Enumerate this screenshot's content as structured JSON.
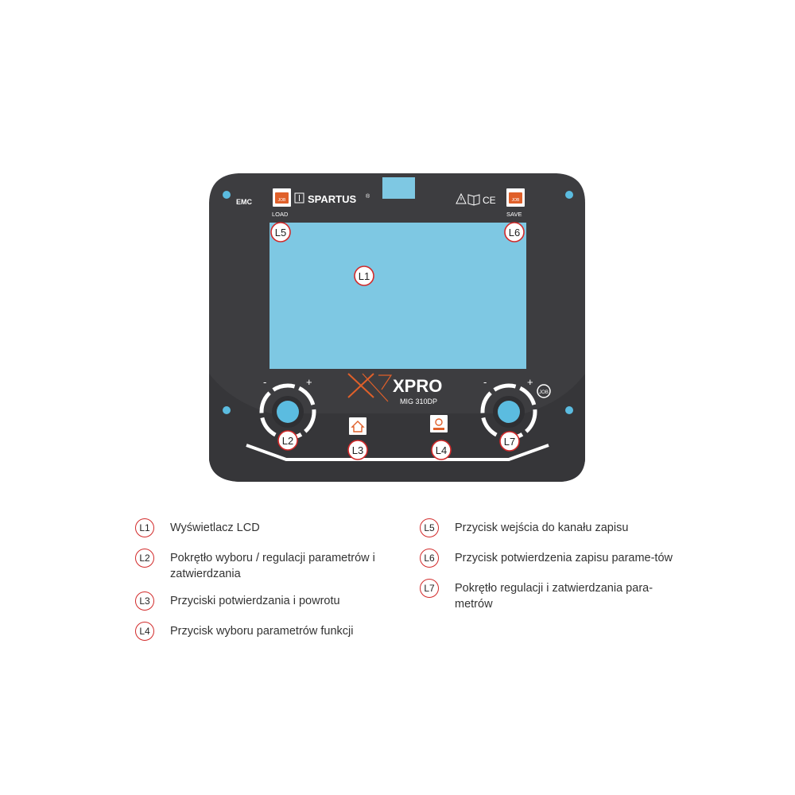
{
  "panel": {
    "brand_emc": "EMC",
    "brand_name": "SPARTUS",
    "brand_reg": "®",
    "load_label": "LOAD",
    "save_label": "SAVE",
    "job_label": "JOB",
    "ce_mark": "CE",
    "model_name": "XPRO",
    "model_sub": "MIG 310DP",
    "knob_minus": "-",
    "knob_plus": "+",
    "colors": {
      "panel_body": "#3d3d40",
      "panel_edge": "#2e2e31",
      "screen": "#7ec8e3",
      "accent": "#e0602a",
      "led": "#5bbce0",
      "callout_red": "#d22a2a"
    }
  },
  "callouts": {
    "L1": "L1",
    "L2": "L2",
    "L3": "L3",
    "L4": "L4",
    "L5": "L5",
    "L6": "L6",
    "L7": "L7"
  },
  "legend": {
    "left": [
      {
        "id": "L1",
        "text": "Wyświetlacz LCD"
      },
      {
        "id": "L2",
        "text": "Pokrętło wyboru / regulacji parametrów i zatwierdzania"
      },
      {
        "id": "L3",
        "text": "Przyciski potwierdzania i powrotu"
      },
      {
        "id": "L4",
        "text": "Przycisk wyboru parametrów funkcji"
      }
    ],
    "right": [
      {
        "id": "L5",
        "text": "Przycisk wejścia do kanału zapisu"
      },
      {
        "id": "L6",
        "text": "Przycisk potwierdzenia zapisu parame-tów"
      },
      {
        "id": "L7",
        "text": "Pokrętło regulacji i zatwierdzania para-metrów"
      }
    ]
  }
}
